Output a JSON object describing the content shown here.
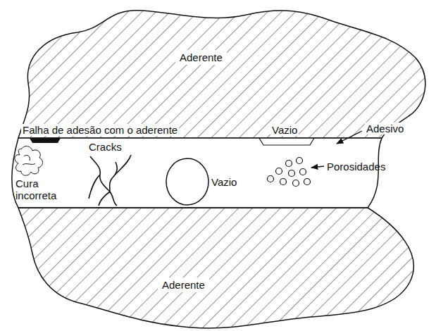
{
  "diagram": {
    "nodes": [
      {
        "text": [
          "Aderente"
        ]
      },
      {
        "text": [
          "Aderente"
        ]
      }
    ],
    "labels": [
      "Falha de adesão com o aderente",
      "Vazio",
      "Adesivo",
      "Cracks",
      "Vazio",
      "Porosidades",
      "Cura incorreta"
    ]
  }
}
